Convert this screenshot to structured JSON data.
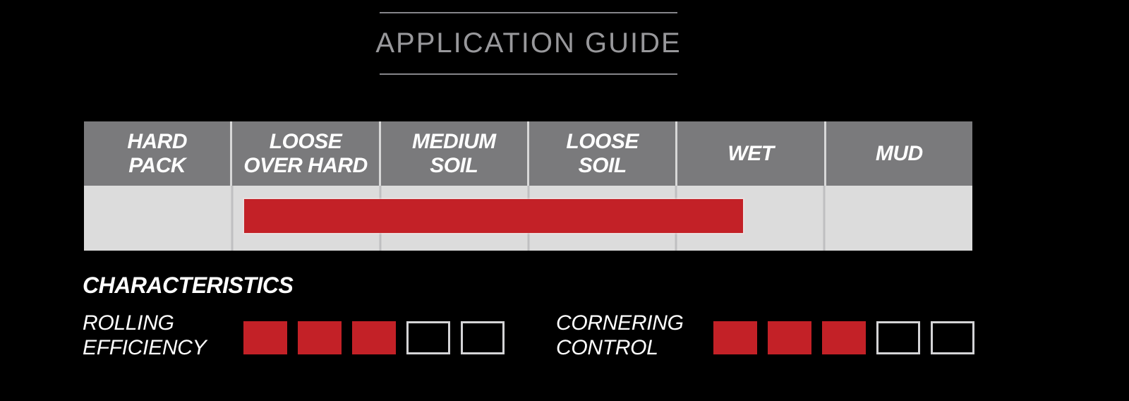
{
  "title": {
    "text": "APPLICATION GUIDE",
    "text_color": "#98989b",
    "rule_color": "#85858a"
  },
  "table": {
    "columns": [
      "HARD\nPACK",
      "LOOSE\nOVER HARD",
      "MEDIUM\nSOIL",
      "LOOSE\nSOIL",
      "WET",
      "MUD"
    ],
    "header_bg": "#7a7a7c",
    "header_text_color": "#ffffff",
    "body_bg": "#dcdcdc"
  },
  "characteristics": {
    "heading": "CHARACTERISTICS",
    "filled_color": "#c32127",
    "empty_border_color": "#d4d4d6",
    "ratings": [
      {
        "id": "rolling-efficiency",
        "label": "ROLLING\nEFFICIENCY",
        "value": 3,
        "max": 5
      },
      {
        "id": "cornering-control",
        "label": "CORNERING\nCONTROL",
        "value": 3,
        "max": 5
      }
    ]
  },
  "chart_data": {
    "type": "table",
    "title": "APPLICATION GUIDE",
    "categories": [
      "HARD PACK",
      "LOOSE OVER HARD",
      "MEDIUM SOIL",
      "LOOSE SOIL",
      "WET",
      "MUD"
    ],
    "range_bar": {
      "color": "#c32127",
      "span_columns": [
        1.08,
        4.45
      ],
      "start_category": "LOOSE OVER HARD",
      "end_category": "WET",
      "note": "red suitability bar spans LOOSE OVER HARD through roughly 45% of WET column"
    },
    "ratings": [
      {
        "name": "ROLLING EFFICIENCY",
        "value": 3,
        "max": 5
      },
      {
        "name": "CORNERING CONTROL",
        "value": 3,
        "max": 5
      }
    ],
    "legend_position": "none",
    "grid": false
  }
}
